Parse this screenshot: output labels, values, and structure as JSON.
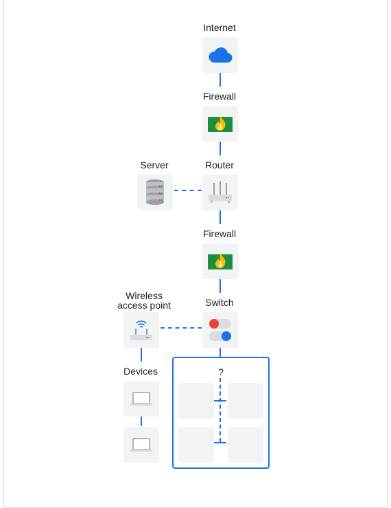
{
  "nodes": {
    "internet": {
      "label": "Internet",
      "icon": "cloud-icon"
    },
    "firewall_top": {
      "label": "Firewall",
      "icon": "firewall-icon"
    },
    "router": {
      "label": "Router",
      "icon": "router-icon"
    },
    "server": {
      "label": "Server",
      "icon": "server-icon"
    },
    "firewall_mid": {
      "label": "Firewall",
      "icon": "firewall-icon"
    },
    "switch": {
      "label": "Switch",
      "icon": "switch-icon"
    },
    "wap": {
      "label_line1": "Wireless",
      "label_line2": "access point",
      "icon": "wireless-access-point-icon"
    },
    "devices": {
      "label": "Devices",
      "icon": "laptop-icon"
    }
  },
  "drop_zone": {
    "label": "?"
  },
  "colors": {
    "accent": "#1a73e8",
    "tile_bg": "#f1f3f4",
    "cloud": "#1a73e8",
    "firewall_green": "#1e8e3e",
    "flame_outer": "#fbbc04",
    "flame_inner": "#fde293",
    "toggle_red": "#ea4335",
    "toggle_blue": "#1a73e8"
  }
}
